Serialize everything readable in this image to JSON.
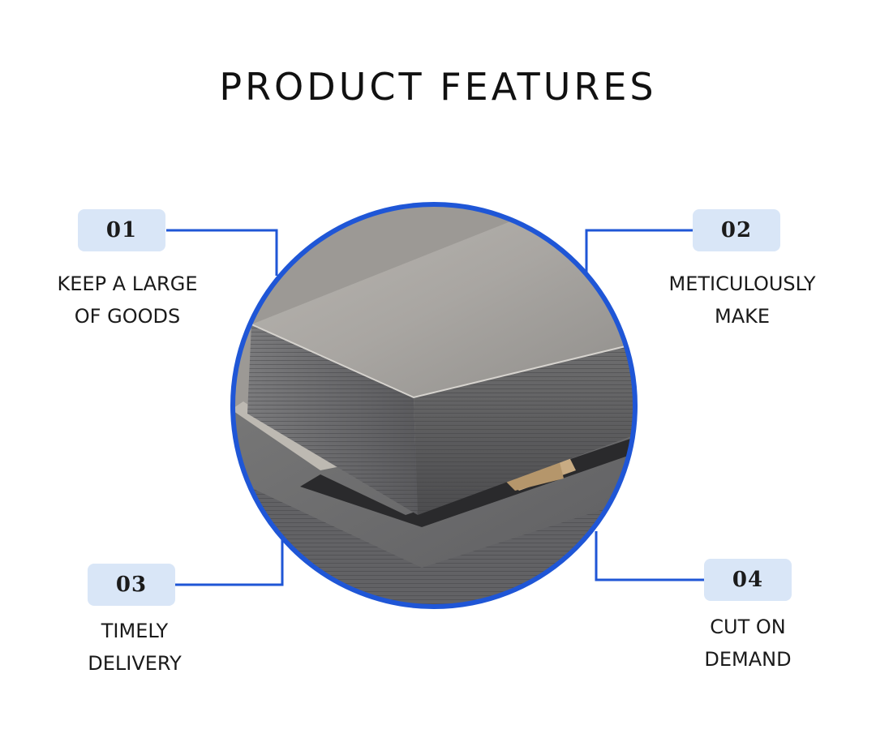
{
  "page": {
    "title": "PRODUCT FEATURES"
  },
  "colors": {
    "accent": "#1f56d6",
    "badge_bg": "#d9e6f7",
    "text": "#1a1a1a"
  },
  "features": [
    {
      "number": "01",
      "line1": "KEEP A LARGE",
      "line2": "OF GOODS"
    },
    {
      "number": "02",
      "line1": "METICULOUSLY",
      "line2": "MAKE"
    },
    {
      "number": "03",
      "line1": "TIMELY",
      "line2": "DELIVERY"
    },
    {
      "number": "04",
      "line1": "CUT ON",
      "line2": "DEMAND"
    }
  ],
  "image": {
    "subject": "stacked-steel-sheets-photo"
  }
}
